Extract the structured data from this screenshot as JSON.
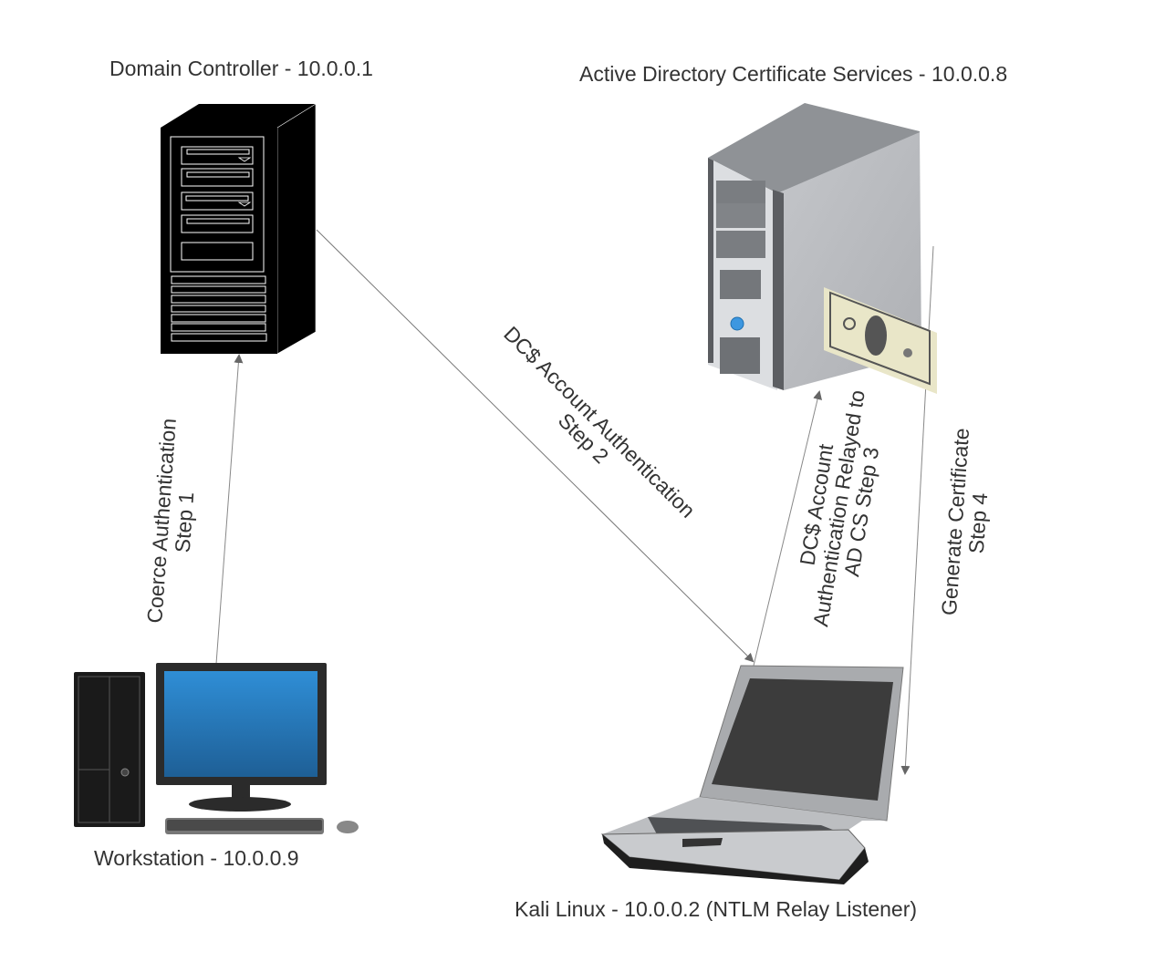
{
  "diagram": {
    "nodes": {
      "domain_controller": {
        "label": "Domain Controller - 10.0.0.1",
        "icon": "server-tower-black-icon"
      },
      "adcs": {
        "label": "Active Directory Certificate Services - 10.0.0.8",
        "icon": "server-tower-gray-with-banknote-icon"
      },
      "workstation": {
        "label": "Workstation - 10.0.0.9",
        "icon": "desktop-computer-icon"
      },
      "kali": {
        "label": "Kali Linux - 10.0.0.2 (NTLM Relay Listener)",
        "icon": "laptop-icon"
      }
    },
    "edges": [
      {
        "id": "step1",
        "from": "workstation",
        "to": "domain_controller",
        "line1": "Coerce Authentication",
        "line2": "Step 1"
      },
      {
        "id": "step2",
        "from": "domain_controller",
        "to": "kali",
        "line1": "DC$ Account Authentication",
        "line2": "Step 2"
      },
      {
        "id": "step3",
        "from": "kali",
        "to": "adcs",
        "line1": "DC$ Account",
        "line2": "Authentication Relayed to",
        "line3": "AD CS Step 3"
      },
      {
        "id": "step4",
        "from": "adcs",
        "to": "kali",
        "line1": "Generate Certificate",
        "line2": "Step 4"
      }
    ],
    "colors": {
      "text": "#333333",
      "arrow": "#666666",
      "screen_blue": "#2a7fc4",
      "dc_body": "#000000",
      "adcs_body": "#b8babd"
    }
  }
}
